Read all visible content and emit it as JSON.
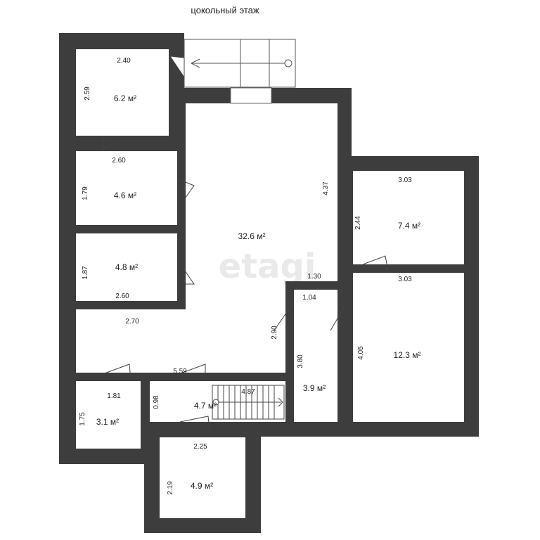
{
  "title": "цокольный этаж",
  "watermark": "etagi",
  "colors": {
    "wall": "#3d3d3d",
    "background": "#ffffff",
    "text": "#222222",
    "watermark": "#e9e9e9"
  },
  "rooms": {
    "r1": {
      "area": "6.2 м²",
      "width": "2.40",
      "height": "2.59"
    },
    "r2": {
      "area": "4.6 м²",
      "width": "2.60",
      "height": "1.79"
    },
    "r3": {
      "area": "4.8 м²",
      "width": "2.60",
      "height": "1.87"
    },
    "hall": {
      "area": "32.6 м²",
      "height": "4.37",
      "width_lower": "2.70",
      "width_bottom": "5.59",
      "width_step": "1.30"
    },
    "r5": {
      "area": "7.4 м²",
      "width": "3.03",
      "height": "2.44"
    },
    "r6": {
      "area": "12.3 м²",
      "width": "3.03",
      "height": "4.05"
    },
    "r7": {
      "area": "3.9 м²",
      "width": "1.04",
      "height": "3.80",
      "corridor": "2.90"
    },
    "r8": {
      "area": "3.1 м²",
      "width": "1.81",
      "height": "1.75"
    },
    "r9": {
      "area": "4.7 м²",
      "width": "4.87",
      "height": "0.98"
    },
    "r10": {
      "area": "4.9 м²",
      "width": "2.25",
      "height": "2.19"
    }
  }
}
